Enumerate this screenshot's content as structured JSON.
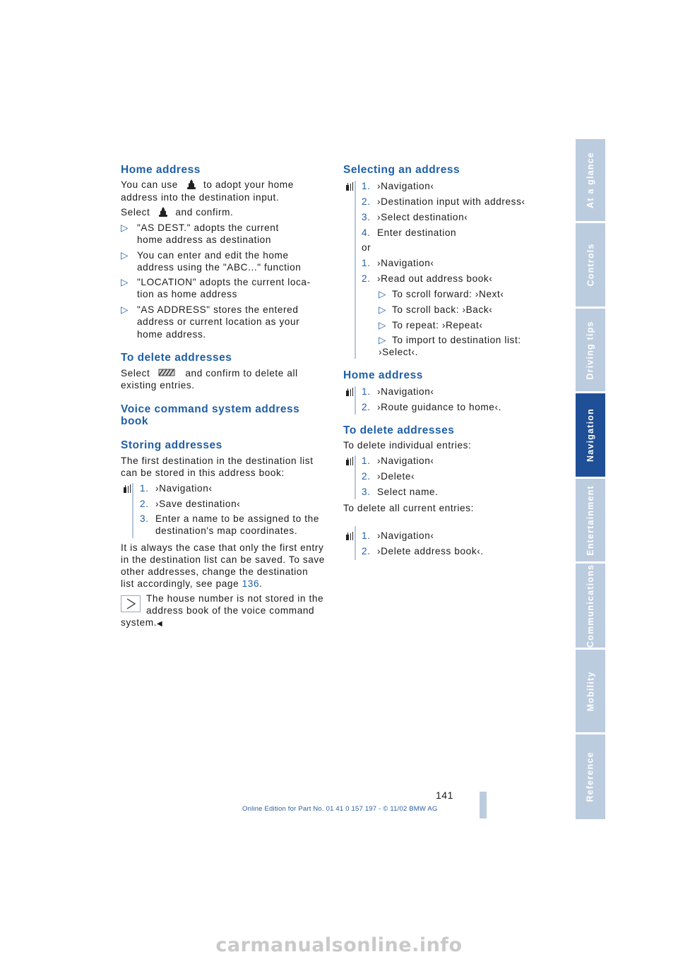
{
  "left": {
    "home_address": {
      "title": "Home address",
      "intro_1": "You can use",
      "intro_1b": "to adopt your home",
      "intro_2": "address into the destination input.",
      "select_a": "Select",
      "select_b": "and confirm.",
      "bullets": [
        [
          "\"AS DEST.\" adopts the current",
          "home address as destination"
        ],
        [
          "You can enter and edit the home",
          "address using the \"ABC...\" function"
        ],
        [
          "\"LOCATION\" adopts the current loca-",
          "tion as home address"
        ],
        [
          "\"AS ADDRESS\" stores the entered",
          "address or current location as your",
          "home address."
        ]
      ]
    },
    "delete": {
      "title": "To delete addresses",
      "line1a": "Select",
      "line1b": "and confirm to delete all",
      "line2": "existing entries."
    },
    "voice_book": {
      "title_1": "Voice command system address",
      "title_2": "book"
    },
    "storing": {
      "title": "Storing addresses",
      "intro_1": "The first destination in the destination list",
      "intro_2": "can be stored in this address book:",
      "steps": [
        {
          "n": "1.",
          "t": "›Navigation‹"
        },
        {
          "n": "2.",
          "t": "›Save destination‹"
        },
        {
          "n": "3.",
          "t": "Enter a name to be assigned to the",
          "t2": "destination's map coordinates."
        }
      ],
      "para_1": "It is always the case that only the first entry",
      "para_2": "in the destination list can be saved. To save",
      "para_3": "other addresses, change the destination",
      "para_4a": "list accordingly, see page",
      "para_4b": "136",
      "note_1": "The house number is not stored in the",
      "note_2": "address book of the voice command",
      "note_3": "system.",
      "note_end": "◀"
    }
  },
  "right": {
    "selecting": {
      "title": "Selecting an address",
      "steps_a": [
        {
          "n": "1.",
          "t": "›Navigation‹"
        },
        {
          "n": "2.",
          "t": "›Destination input with address‹"
        },
        {
          "n": "3.",
          "t": "›Select destination‹"
        },
        {
          "n": "4.",
          "t": "Enter destination"
        }
      ],
      "or": "or",
      "steps_b": [
        {
          "n": "1.",
          "t": "›Navigation‹"
        },
        {
          "n": "2.",
          "t": "›Read out address book‹"
        }
      ],
      "sub": [
        "To scroll forward: ›Next‹",
        "To scroll back: ›Back‹",
        "To repeat: ›Repeat‹",
        "To import to destination list:"
      ],
      "sub_last": "›Select‹."
    },
    "home_address": {
      "title": "Home address",
      "steps": [
        {
          "n": "1.",
          "t": "›Navigation‹"
        },
        {
          "n": "2.",
          "t": "›Route guidance to home‹."
        }
      ]
    },
    "delete": {
      "title": "To delete addresses",
      "individual": "To delete individual entries:",
      "steps_a": [
        {
          "n": "1.",
          "t": "›Navigation‹"
        },
        {
          "n": "2.",
          "t": "›Delete‹"
        },
        {
          "n": "3.",
          "t": "Select name."
        }
      ],
      "all": "To delete all current entries:",
      "steps_b": [
        {
          "n": "1.",
          "t": "›Navigation‹"
        },
        {
          "n": "2.",
          "t": "›Delete address book‹."
        }
      ]
    }
  },
  "sidebar": {
    "tabs": [
      "At a glance",
      "Controls",
      "Driving tips",
      "Navigation",
      "Entertainment",
      "Communications",
      "Mobility",
      "Reference"
    ],
    "active": "Navigation"
  },
  "page_number": "141",
  "footer": "Online Edition for Part No. 01 41 0 157 197 - © 11/02 BMW AG",
  "watermark": "carmanualsonline.info",
  "bullet_glyph": "▷",
  "colors": {
    "accent": "#1f5fa6",
    "tab": "#bcccdf",
    "tab_active": "#1f4f97"
  },
  "icons": [
    "home-icon",
    "delete-icon",
    "voice-command-icon",
    "note-triangle-icon"
  ]
}
